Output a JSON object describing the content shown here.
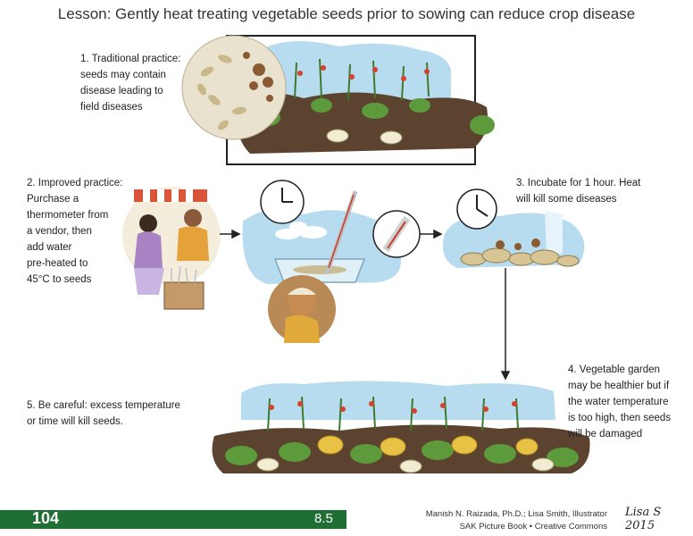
{
  "title": "Lesson: Gently heat treating vegetable seeds prior to sowing can reduce crop disease",
  "steps": {
    "s1": "1. Traditional practice:\nseeds may contain\ndisease leading to\nfield diseases",
    "s2": "2. Improved practice:\nPurchase a\nthermometer from\na vendor, then\nadd water\npre-heated to\n45°C to seeds",
    "s3": "3. Incubate for 1 hour. Heat\nwill kill some diseases",
    "s4": "4. Vegetable garden\nmay be healthier but if\nthe water temperature\nis too high, then seeds\nwill be damaged",
    "s5": "5. Be careful: excess temperature\nor time will kill seeds."
  },
  "footer": {
    "page_number": "104",
    "section": "8.5",
    "credit_line1": "Manish N. Raizada, Ph.D.; Lisa Smith, Illustrator",
    "credit_line2": "SAK Picture Book • Creative Commons",
    "signature": "Lisa S 2015"
  },
  "colors": {
    "footer_green": "#1f6e34",
    "sky": "#b7dcef",
    "soil": "#5b4330",
    "leaf": "#5c9a3c",
    "flower": "#e8c245"
  }
}
